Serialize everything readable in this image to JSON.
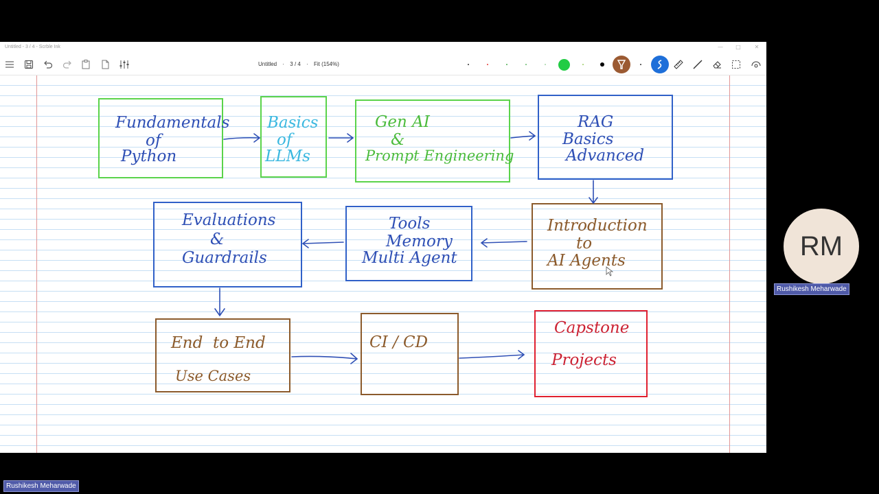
{
  "window": {
    "title": "Untitled - 3 / 4 - Scrble Ink",
    "controls": {
      "minimize": "—",
      "maximize": "□",
      "close": "✕"
    }
  },
  "toolbar": {
    "doc_name": "Untitled",
    "page": "3 / 4",
    "zoom": "Fit (154%)",
    "separator": "·",
    "icons": [
      "menu-icon",
      "save-icon",
      "undo-icon",
      "redo-icon",
      "clipboard-icon",
      "page-icon",
      "settings-sliders-icon"
    ],
    "pen_colors": [
      "#333333",
      "#e53935",
      "#4caf50",
      "#66bb6a",
      "#a5d6a7",
      "#22cc44",
      "#9ccc65",
      "#000000"
    ],
    "selected_color": "#22cc44",
    "tools": [
      "highlighter-icon",
      "pen-icon",
      "ruler-icon",
      "line-icon",
      "eraser-icon",
      "select-icon",
      "more-icon"
    ]
  },
  "diagram": {
    "boxes": [
      {
        "id": "python",
        "lines": [
          "Fundamentals",
          "of",
          "Python"
        ],
        "color": "#2e4fb5",
        "border": "#5ad34a"
      },
      {
        "id": "llms",
        "lines": [
          "Basics",
          "of",
          "LLMs"
        ],
        "color": "#3bb8e0",
        "border": "#5ad34a"
      },
      {
        "id": "genai",
        "lines": [
          "Gen AI",
          "&",
          "Prompt Engineering"
        ],
        "color": "#4bbb3c",
        "border": "#5ad34a"
      },
      {
        "id": "rag",
        "lines": [
          "RAG",
          "Basics",
          "Advanced"
        ],
        "color": "#2e4fb5",
        "border": "#3060c8"
      },
      {
        "id": "agents",
        "lines": [
          "Introduction",
          "to",
          "AI Agents"
        ],
        "color": "#8b5a2b",
        "border": "#8b5a2b"
      },
      {
        "id": "tools",
        "lines": [
          "Tools",
          "Memory",
          "Multi Agent"
        ],
        "color": "#2e4fb5",
        "border": "#3060c8"
      },
      {
        "id": "eval",
        "lines": [
          "Evaluations",
          "&",
          "Guardrails"
        ],
        "color": "#2e4fb5",
        "border": "#3060c8"
      },
      {
        "id": "e2e",
        "lines": [
          "End  to End",
          "Use Cases"
        ],
        "color": "#8b5a2b",
        "border": "#8b5a2b"
      },
      {
        "id": "cicd",
        "lines": [
          "CI / CD"
        ],
        "color": "#8b5a2b",
        "border": "#8b5a2b"
      },
      {
        "id": "capstone",
        "lines": [
          "Capstone",
          "Projects"
        ],
        "color": "#cc2233",
        "border": "#e02030"
      }
    ]
  },
  "participant": {
    "initials": "RM",
    "name": "Rushikesh Meharwade"
  },
  "self_view": {
    "name": "Rushikesh Meharwade"
  }
}
